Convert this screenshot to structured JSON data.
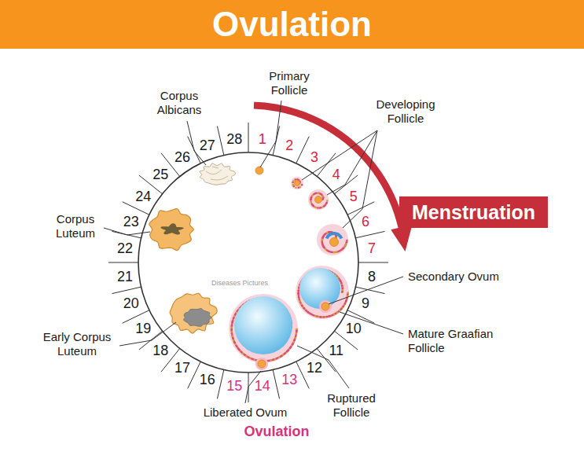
{
  "diagram": {
    "title": "Ovulation",
    "nodes": [
      {
        "text": [
          "Menstruation"
        ]
      }
    ],
    "labels": [
      "1",
      "2",
      "3",
      "4",
      "5",
      "6",
      "7",
      "8",
      "9",
      "10",
      "11",
      "12",
      "13",
      "14",
      "15",
      "16",
      "17",
      "18",
      "19",
      "20",
      "21",
      "22",
      "23",
      "24",
      "25",
      "26",
      "27",
      "28",
      "Primary Follicle",
      "Developing Follicle",
      "Corpus Albicans",
      "Corpus Luteum",
      "Secondary Ovum",
      "Mature Graafian Follicle",
      "Ruptured Follicle",
      "Liberated Ovum",
      "Early Corpus Luteum",
      "Ovulation",
      "Diseases Pictures"
    ]
  }
}
